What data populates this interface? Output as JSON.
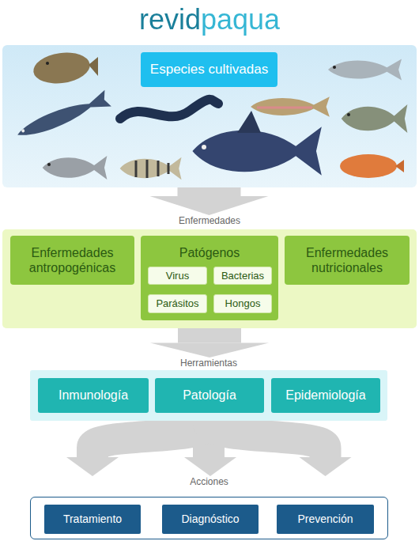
{
  "diagram": {
    "title": "revidpaqua",
    "nodes": [
      {
        "text": [
          "Especies cultivadas"
        ]
      },
      {
        "text": [
          "Enfermedades"
        ]
      },
      {
        "text": [
          "Enfermedades antropogénicas"
        ],
        "in": 1
      },
      {
        "text": [
          "Patógenos"
        ],
        "in": 1
      },
      {
        "text": [
          "Virus"
        ],
        "in": 3
      },
      {
        "text": [
          "Bacterias"
        ],
        "in": 3
      },
      {
        "text": [
          "Parásitos"
        ],
        "in": 3
      },
      {
        "text": [
          "Hongos"
        ],
        "in": 3
      },
      {
        "text": [
          "Enfermedades nutricionales"
        ],
        "in": 1
      },
      {
        "text": [
          "Herramientas"
        ]
      },
      {
        "text": [
          "Inmunología"
        ],
        "in": 9
      },
      {
        "text": [
          "Patología"
        ],
        "in": 9
      },
      {
        "text": [
          "Epidemiología"
        ],
        "in": 9
      },
      {
        "text": [
          "Acciones"
        ]
      },
      {
        "text": [
          "Tratamiento"
        ],
        "in": 13
      },
      {
        "text": [
          "Diagnóstico"
        ],
        "in": 13
      },
      {
        "text": [
          "Prevención"
        ],
        "in": 13
      }
    ],
    "edges": [
      {
        "from": 0,
        "to": 1,
        "arrow": "to"
      },
      {
        "from": 1,
        "to": 9,
        "arrow": "to"
      },
      {
        "from": 9,
        "to": 13,
        "arrow": "to"
      }
    ]
  }
}
